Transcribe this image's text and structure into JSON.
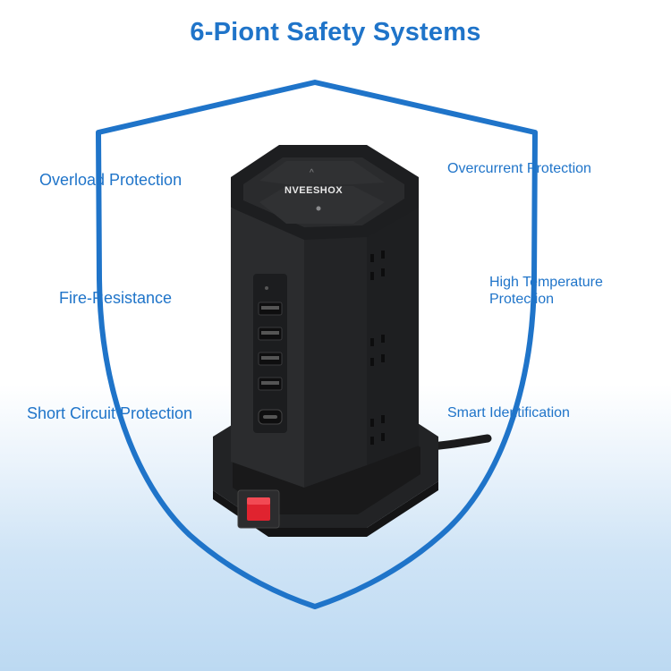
{
  "title": "6-Piont Safety Systems",
  "brand": "NVEESHOX",
  "colors": {
    "accent": "#1f74c9",
    "device_body": "#2a2b2d",
    "power_switch": "#e0232f"
  },
  "features": {
    "left": [
      "Overload Protection",
      "Fire-Resistance",
      "Short Circuit Protection"
    ],
    "right": [
      "Overcurrent Protection",
      "High Temperature Protection",
      "Smart Identification"
    ]
  },
  "icons": [
    "shield-outline",
    "power-strip-tower",
    "usb-port",
    "usb-c-port",
    "ac-outlet",
    "power-switch"
  ]
}
